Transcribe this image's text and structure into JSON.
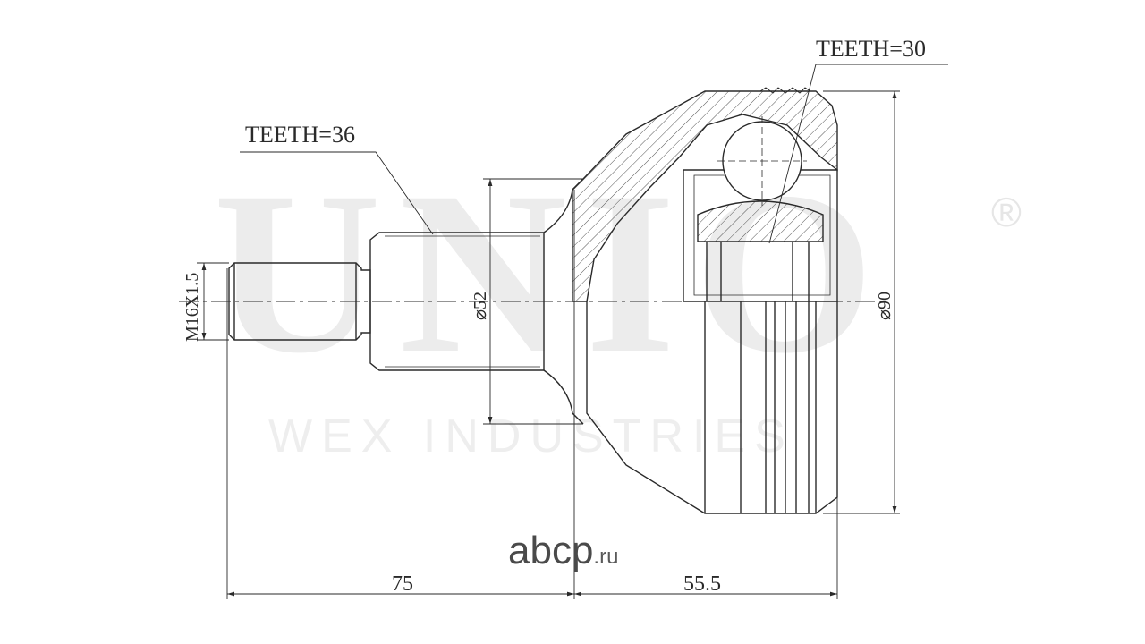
{
  "watermark": {
    "brand": "UNIO",
    "registered": "®",
    "subtitle": "WEX INDUSTRIES"
  },
  "labels": {
    "teeth_outer": "TEETH=30",
    "teeth_inner": "TEETH=36",
    "thread": "M16X1.5",
    "shaft_diameter": "⌀52",
    "housing_diameter": "⌀90",
    "length_shaft": "75",
    "length_housing": "55.5"
  },
  "site_logo": {
    "name": "abcp",
    "tld": ".ru"
  },
  "colors": {
    "line": "#2a2a2a",
    "hatch": "#555555",
    "watermark": "#ececec"
  }
}
